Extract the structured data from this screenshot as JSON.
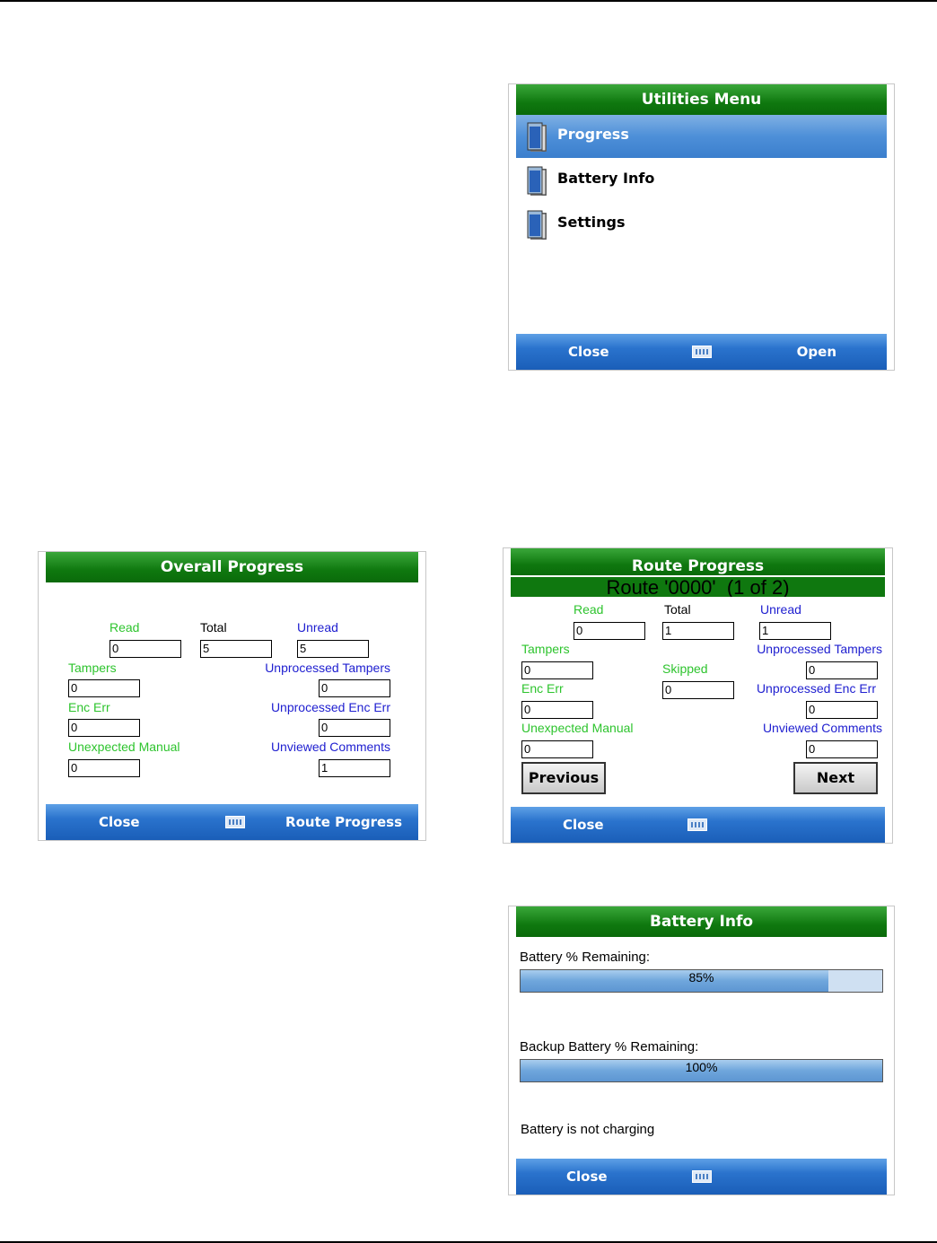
{
  "utilities": {
    "title": "Utilities Menu",
    "items": [
      {
        "label": "Progress",
        "icon": "book-icon"
      },
      {
        "label": "Battery Info",
        "icon": "book-icon"
      },
      {
        "label": "Settings",
        "icon": "book-icon"
      }
    ],
    "close": "Close",
    "open": "Open"
  },
  "overall": {
    "title": "Overall Progress",
    "read_label": "Read",
    "read_value": "0",
    "total_label": "Total",
    "total_value": "5",
    "unread_label": "Unread",
    "unread_value": "5",
    "tampers_label": "Tampers",
    "tampers_value": "0",
    "unproc_tampers_label": "Unprocessed Tampers",
    "unproc_tampers_value": "0",
    "enc_err_label": "Enc Err",
    "enc_err_value": "0",
    "unproc_enc_err_label": "Unprocessed Enc Err",
    "unproc_enc_err_value": "0",
    "unexp_manual_label": "Unexpected Manual",
    "unexp_manual_value": "0",
    "unviewed_comments_label": "Unviewed Comments",
    "unviewed_comments_value": "1",
    "close": "Close",
    "route_progress": "Route Progress"
  },
  "route": {
    "title": "Route Progress",
    "subtitle": "Route '0000'  (1 of 2)",
    "read_label": "Read",
    "read_value": "0",
    "total_label": "Total",
    "total_value": "1",
    "unread_label": "Unread",
    "unread_value": "1",
    "tampers_label": "Tampers",
    "tampers_value": "0",
    "unproc_tampers_label": "Unprocessed Tampers",
    "unproc_tampers_value": "0",
    "skipped_label": "Skipped",
    "skipped_value": "0",
    "enc_err_label": "Enc Err",
    "enc_err_value": "0",
    "unproc_enc_err_label": "Unprocessed Enc Err",
    "unproc_enc_err_value": "0",
    "unexp_manual_label": "Unexpected Manual",
    "unexp_manual_value": "0",
    "unviewed_comments_label": "Unviewed Comments",
    "unviewed_comments_value": "0",
    "previous": "Previous",
    "next": "Next",
    "close": "Close"
  },
  "battery": {
    "title": "Battery Info",
    "main_label": "Battery % Remaining:",
    "main_value": "85%",
    "main_fraction": 0.85,
    "backup_label": "Backup Battery % Remaining:",
    "backup_value": "100%",
    "backup_fraction": 1.0,
    "status": "Battery is not charging",
    "close": "Close"
  },
  "colors": {
    "title_green": "#0f780f",
    "softbar_blue": "#2a73cd",
    "label_green": "#2ec42e",
    "label_blue": "#2020d0"
  }
}
